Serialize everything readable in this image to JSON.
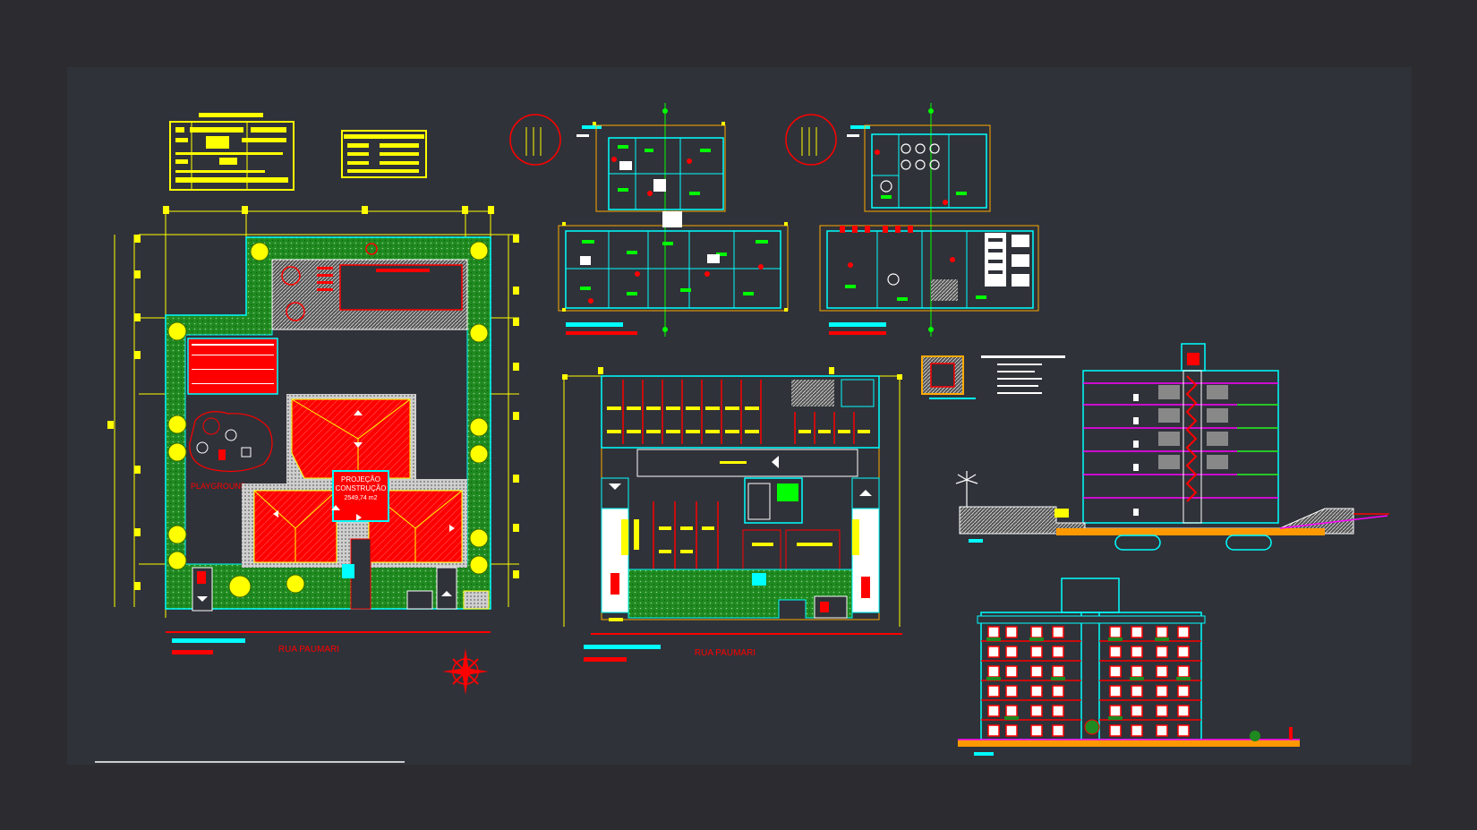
{
  "colors": {
    "page": "#2c2b30",
    "sheet": "#2f3239",
    "red": "#ff0000",
    "green": "#1f8a1f",
    "yellow": "#ffff00",
    "cyan": "#00ffff",
    "magenta": "#ff00ff",
    "white": "#ffffff",
    "orange": "#ff9900"
  },
  "labels": {
    "playground": "PLAYGROUND",
    "projection_line1": "PROJEÇÃO",
    "projection_line2": "CONSTRUÇÃO",
    "projection_area": "2549,74 m2",
    "street_site": "RUA PAUMARI",
    "street_ground": "RUA PAUMARI"
  },
  "icons": {
    "north": "compass-rose-icon",
    "arrow": "arrow-left-icon"
  }
}
